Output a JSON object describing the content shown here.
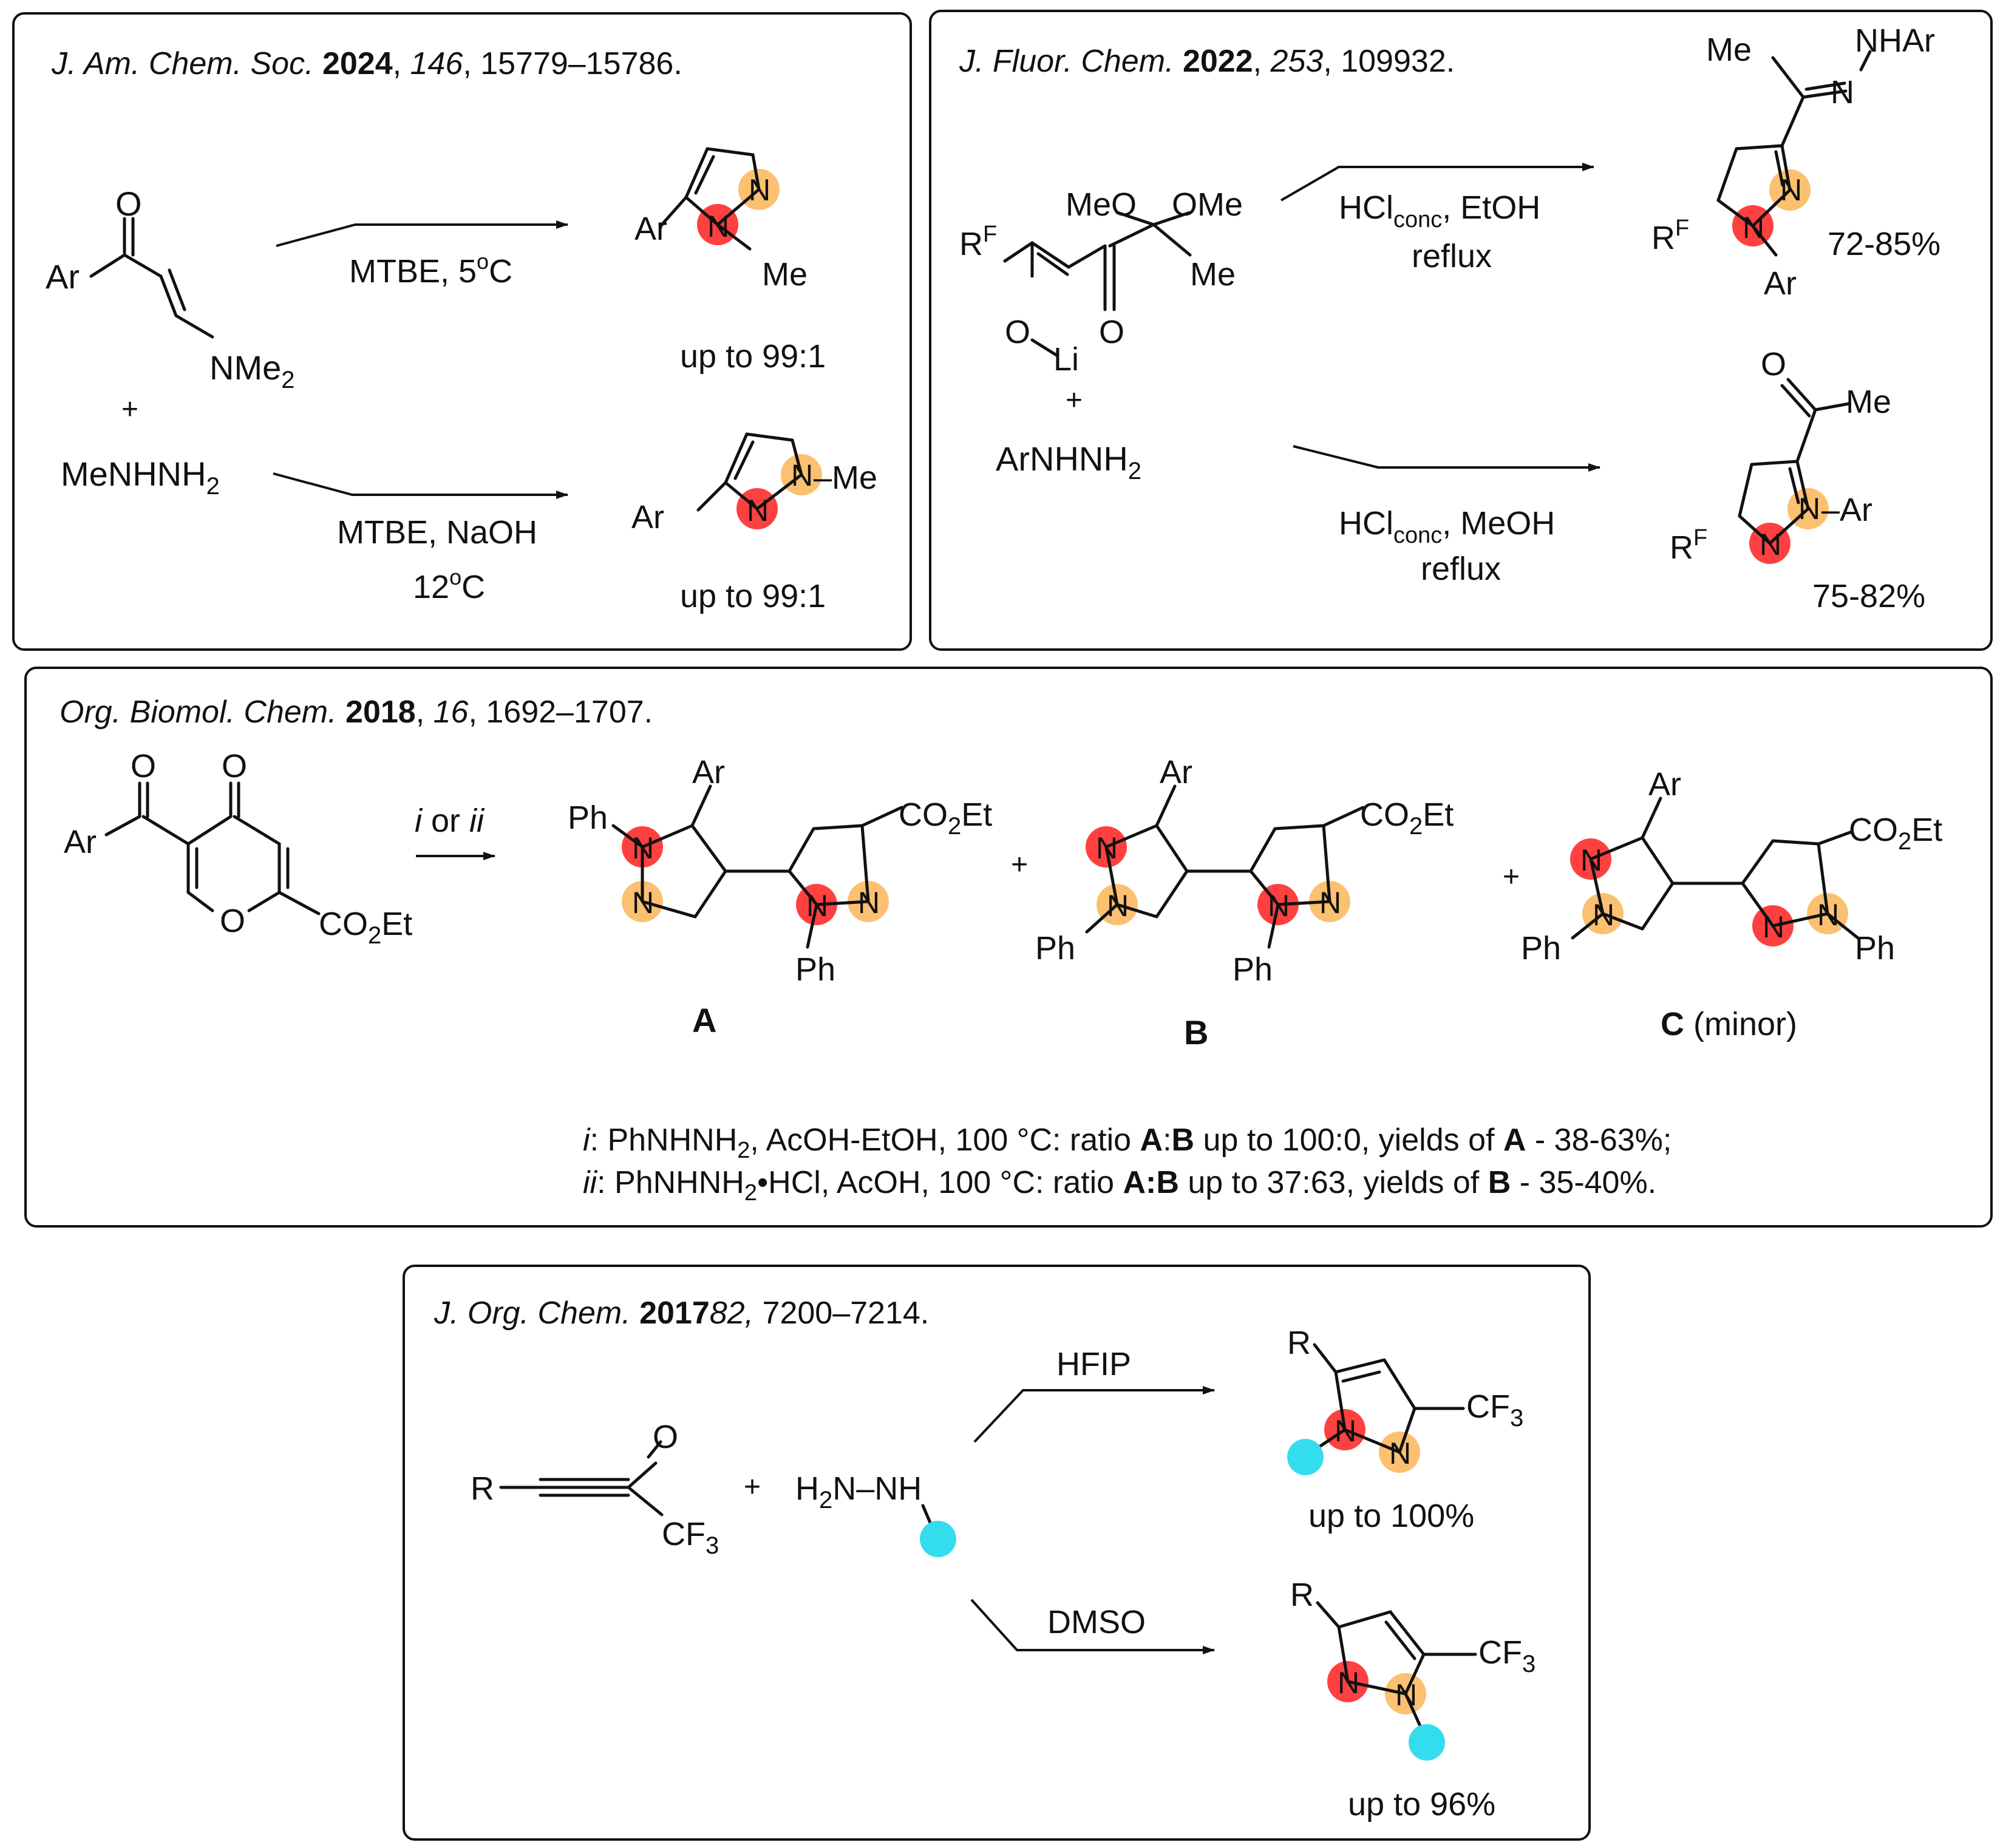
{
  "colors": {
    "red": "#ff4040",
    "orange": "#fbc070",
    "cyan": "#33ddee",
    "ink": "#111111",
    "border": "#111111"
  },
  "box1": {
    "ref_journal": "J. Am. Chem. Soc.",
    "ref_year": "2024",
    "ref_volume": "146",
    "ref_pages": "15779–15786.",
    "reactant_ar": "Ar",
    "reactant_o": "O",
    "reactant_nme2": "NMe",
    "reactant_nme2_sub": "2",
    "plus": "+",
    "hydrazine": "MeNHNH",
    "hydrazine_sub": "2",
    "top_conditions": "MTBE, 5",
    "top_conditions_sup": "o",
    "top_conditions_tail": "C",
    "bottom_conditions": "MTBE, NaOH",
    "bottom_conditions_2": "12",
    "bottom_conditions_2_sup": "o",
    "bottom_conditions_2_tail": "C",
    "p1_ar": "Ar",
    "p1_n1": "N",
    "p1_n2": "N",
    "p1_me": "Me",
    "p1_ratio": "up to 99:1",
    "p2_ar": "Ar",
    "p2_n1": "N",
    "p2_n2": "N",
    "p2_me": "–Me",
    "p2_ratio": "up to 99:1"
  },
  "box2": {
    "ref_journal": "J. Fluor. Chem.",
    "ref_year": "2022",
    "ref_volume": "253",
    "ref_pages": "109932.",
    "reactant_rf": "R",
    "reactant_rf_sup": "F",
    "reactant_meo": "MeO",
    "reactant_ome": "OMe",
    "reactant_me": "Me",
    "reactant_o_ketone": "O",
    "reactant_oli_o": "O",
    "reactant_li": "Li",
    "plus": "+",
    "hydrazine": "ArNHNH",
    "hydrazine_sub": "2",
    "top_conditions": "HCl",
    "top_conditions_sub": "conc",
    "top_conditions_tail": ", EtOH",
    "top_conditions_2": "reflux",
    "bottom_conditions": "HCl",
    "bottom_conditions_sub": "conc",
    "bottom_conditions_tail": ", MeOH",
    "bottom_conditions_2": "reflux",
    "p1_me": "Me",
    "p1_nhar": "NHAr",
    "p1_n_imine": "N",
    "p1_rf": "R",
    "p1_rf_sup": "F",
    "p1_n1": "N",
    "p1_n2": "N",
    "p1_ar": "Ar",
    "p1_yield": "72-85%",
    "p2_o": "O",
    "p2_me": "Me",
    "p2_rf": "R",
    "p2_rf_sup": "F",
    "p2_n1": "N",
    "p2_n2": "N",
    "p2_ar": "–Ar",
    "p2_yield": "75-82%"
  },
  "box3": {
    "ref_journal": "Org. Biomol. Chem.",
    "ref_year": "2018",
    "ref_volume": "16",
    "ref_pages": "1692–1707.",
    "reactant_ar": "Ar",
    "reactant_o1": "O",
    "reactant_o2": "O",
    "reactant_o_ring": "O",
    "reactant_ester": "CO",
    "reactant_ester_sub": "2",
    "reactant_ester_tail": "Et",
    "arrow_label_i": "i",
    "arrow_label_or": " or ",
    "arrow_label_ii": "ii",
    "plus": "+",
    "ph": "Ph",
    "ar": "Ar",
    "n": "N",
    "ester": "CO",
    "ester_sub": "2",
    "ester_tail": "Et",
    "label_a": "A",
    "label_b": "B",
    "label_c": "C",
    "label_c_note": " (minor)",
    "cond_i_tag": "i",
    "cond_i_text1": ": PhNHNH",
    "cond_i_sub": "2",
    "cond_i_text2": ", AcOH-EtOH, 100 °C:  ratio ",
    "cond_i_ratio": "A",
    "cond_i_colon": ":",
    "cond_i_ratio2": "B",
    "cond_i_text3": " up to 100:0, yields of ",
    "cond_i_yield_label": "A",
    "cond_i_text4": " - 38-63%;",
    "cond_ii_tag": "ii",
    "cond_ii_text1": ": PhNHNH",
    "cond_ii_sub": "2",
    "cond_ii_text2": "•HCl, AcOH, 100 °C: ratio ",
    "cond_ii_ratio": "A:B",
    "cond_ii_text3": " up to 37:63, yields of ",
    "cond_ii_yield_label": "B",
    "cond_ii_text4": " - 35-40%."
  },
  "box4": {
    "ref_journal": "J. Org. Chem.",
    "ref_year": "2017",
    "ref_volume": "82,",
    "ref_pages": " 7200–7214.",
    "reactant_r": "R",
    "reactant_o": "O",
    "reactant_cf3": "CF",
    "reactant_cf3_sub": "3",
    "plus": "+",
    "hydrazine_h2n": "H",
    "hydrazine_h2n_sub": "2",
    "hydrazine_tail": "N–NH",
    "top_conditions": "HFIP",
    "bottom_conditions": "DMSO",
    "p1_r": "R",
    "p1_cf3": "CF",
    "p1_cf3_sub": "3",
    "p1_n1": "N",
    "p1_n2": "N",
    "p1_yield": "up to 100%",
    "p2_r": "R",
    "p2_cf3": "CF",
    "p2_cf3_sub": "3",
    "p2_n1": "N",
    "p2_n2": "N",
    "p2_yield": "up to 96%"
  }
}
